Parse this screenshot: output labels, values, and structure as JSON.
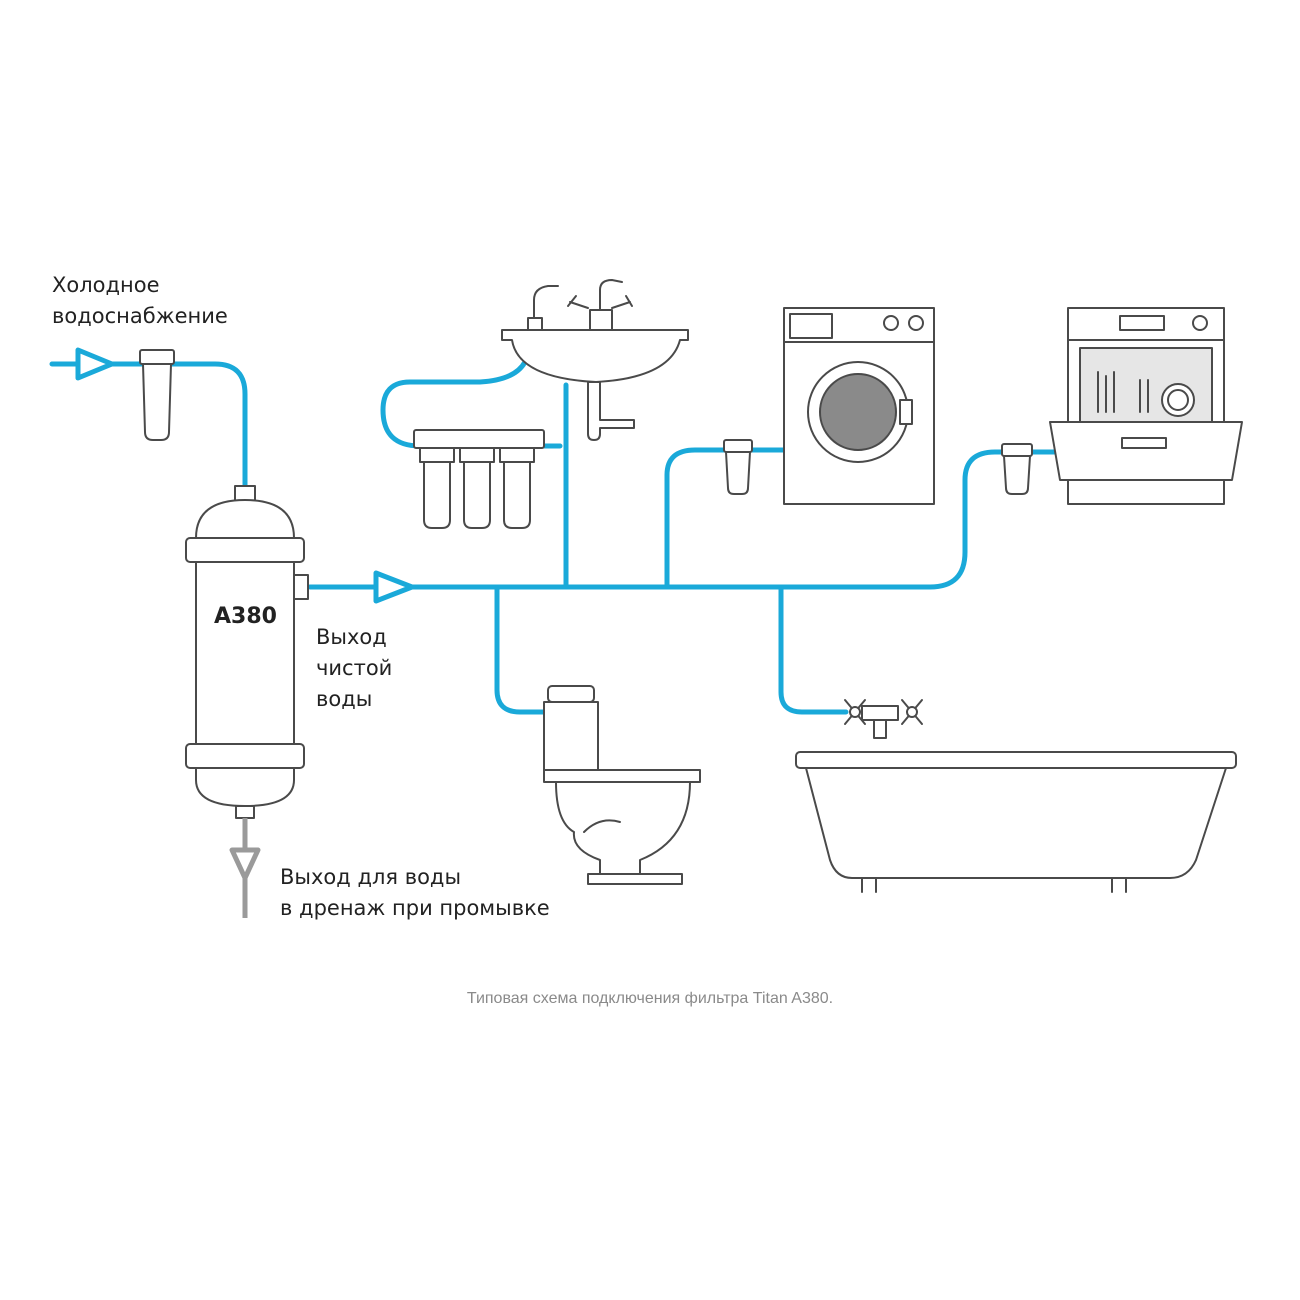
{
  "labels": {
    "cold_supply": [
      "Холодное",
      "водоснабжение"
    ],
    "clean_output": [
      "Выход",
      "чистой",
      "воды"
    ],
    "drain_output": [
      "Выход для воды",
      "в дренаж при промывке"
    ]
  },
  "filter": {
    "model": "A380"
  },
  "caption": "Типовая схема подключения фильтра Titan A380.",
  "colors": {
    "pipe": "#1aa9d9",
    "outline": "#4a4a4a",
    "drain": "#9a9a9a",
    "caption": "#8a8a8a"
  },
  "icons": [
    "sink-icon",
    "reverse-osmosis-filter-icon",
    "washing-machine-icon",
    "dishwasher-icon",
    "toilet-icon",
    "bathtub-icon",
    "bath-faucet-icon",
    "pre-filter-icon"
  ]
}
